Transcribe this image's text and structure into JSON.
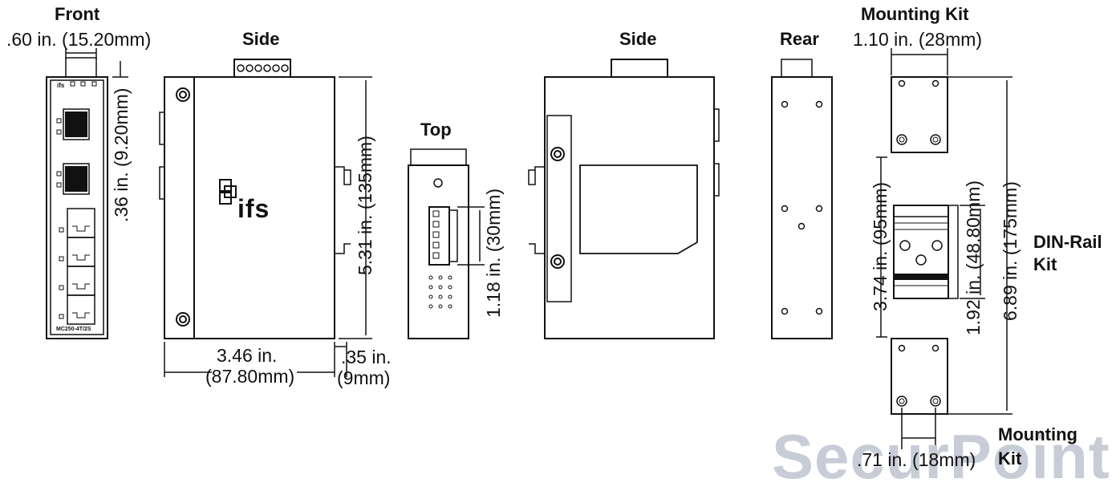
{
  "views": {
    "front": "Front",
    "side_left": "Side",
    "top": "Top",
    "side_right": "Side",
    "rear": "Rear",
    "mounting_kit_top": "Mounting Kit",
    "din_rail_kit_line1": "DIN-Rail",
    "din_rail_kit_line2": "Kit",
    "mounting_kit_bottom_line1": "Mounting",
    "mounting_kit_bottom_line2": "Kit"
  },
  "dimensions": {
    "front_width": ".60 in. (15.20mm)",
    "front_offset": ".36 in. (9.20mm)",
    "side_height": "5.31 in. (135mm)",
    "side_width_in": "3.46 in.",
    "side_width_mm": "(87.80mm)",
    "rail_depth_in": ".35 in.",
    "rail_depth_mm": "(9mm)",
    "top_connector": "1.18 in. (30mm)",
    "kit_width": "1.10 in. (28mm)",
    "kit_hole_spacing": "3.74 in. (95mm)",
    "din_rail_height": "1.92 in. (48.80mm)",
    "kit_total_height": "6.89 in. (175mm)",
    "kit_bottom_spacing": ".71 in. (18mm)"
  },
  "device": {
    "logo": "ifs",
    "model": "MC250-4T/2S"
  },
  "watermark": "SecurPoint"
}
